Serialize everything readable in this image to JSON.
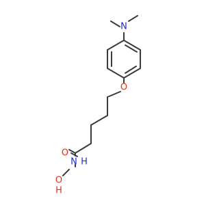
{
  "molecule": {
    "atoms": {
      "n_amine": {
        "label": "N",
        "color": "#1f2bd6"
      },
      "o_ether": {
        "label": "O",
        "color": "#e0301e"
      },
      "o_carbonyl": {
        "label": "O",
        "color": "#e0301e"
      },
      "n_amide": {
        "label": "N",
        "color": "#1f2bd6"
      },
      "h_amide": {
        "label": "H",
        "color": "#1f2bd6"
      },
      "o_hydroxyl": {
        "label": "O",
        "color": "#e0301e"
      },
      "h_hydroxyl": {
        "label": "H",
        "color": "#e0301e"
      }
    },
    "bond_color": "#3a3a3a"
  }
}
